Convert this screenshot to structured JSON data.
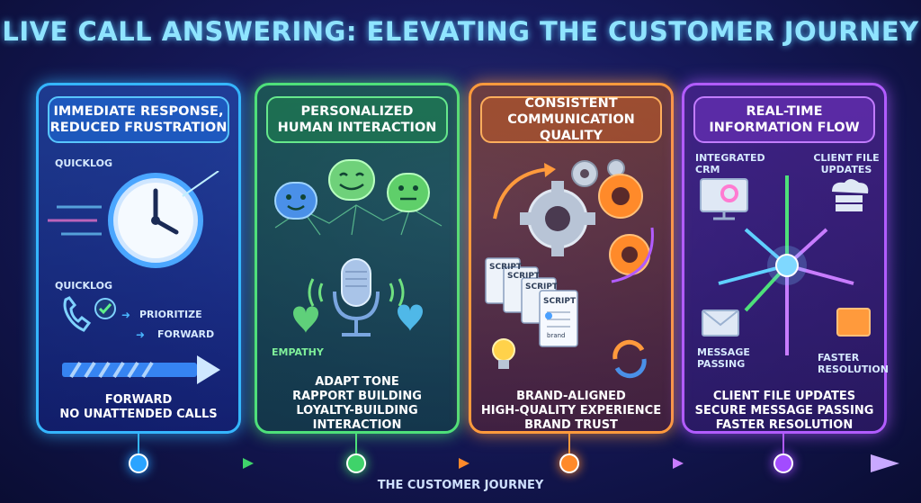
{
  "title": "LIVE CALL ANSWERING: ELEVATING THE CUSTOMER JOURNEY",
  "panels": [
    {
      "title_lines": [
        "IMMEDIATE RESPONSE,",
        "REDUCED FRUSTRATION"
      ],
      "labels": [
        "QUICKLOG",
        "QUICKLOG",
        "PRIORITIZE",
        "FORWARD"
      ],
      "caption_lines": [
        "FORWARD",
        "NO UNATTENDED CALLS"
      ]
    },
    {
      "title_lines": [
        "PERSONALIZED",
        "HUMAN INTERACTION"
      ],
      "labels": [
        "EMPATHY"
      ],
      "caption_lines": [
        "ADAPT TONE",
        "RAPPORT BUILDING",
        "LOYALTY-BUILDING",
        "INTERACTION"
      ]
    },
    {
      "title_lines": [
        "CONSISTENT",
        "COMMUNICATION QUALITY"
      ],
      "labels": [
        "SCRIPT",
        "SCRIPT",
        "SCRIPT",
        "SCRIPT",
        "brand"
      ],
      "caption_lines": [
        "BRAND-ALIGNED",
        "HIGH-QUALITY EXPERIENCE",
        "BRAND TRUST"
      ]
    },
    {
      "title_lines": [
        "REAL-TIME",
        "INFORMATION FLOW"
      ],
      "labels": [
        "INTEGRATED CRM",
        "CLIENT FILE UPDATES",
        "MESSAGE PASSING",
        "FASTER RESOLUTION"
      ],
      "caption_lines": [
        "CLIENT FILE UPDATES",
        "SECURE MESSAGE PASSING",
        "FASTER RESOLUTION"
      ]
    }
  ],
  "journey_label": "THE CUSTOMER JOURNEY",
  "colors": {
    "blue": "#35b6ff",
    "green": "#4ee07a",
    "orange": "#ff9a3c",
    "purple": "#b25cff"
  }
}
